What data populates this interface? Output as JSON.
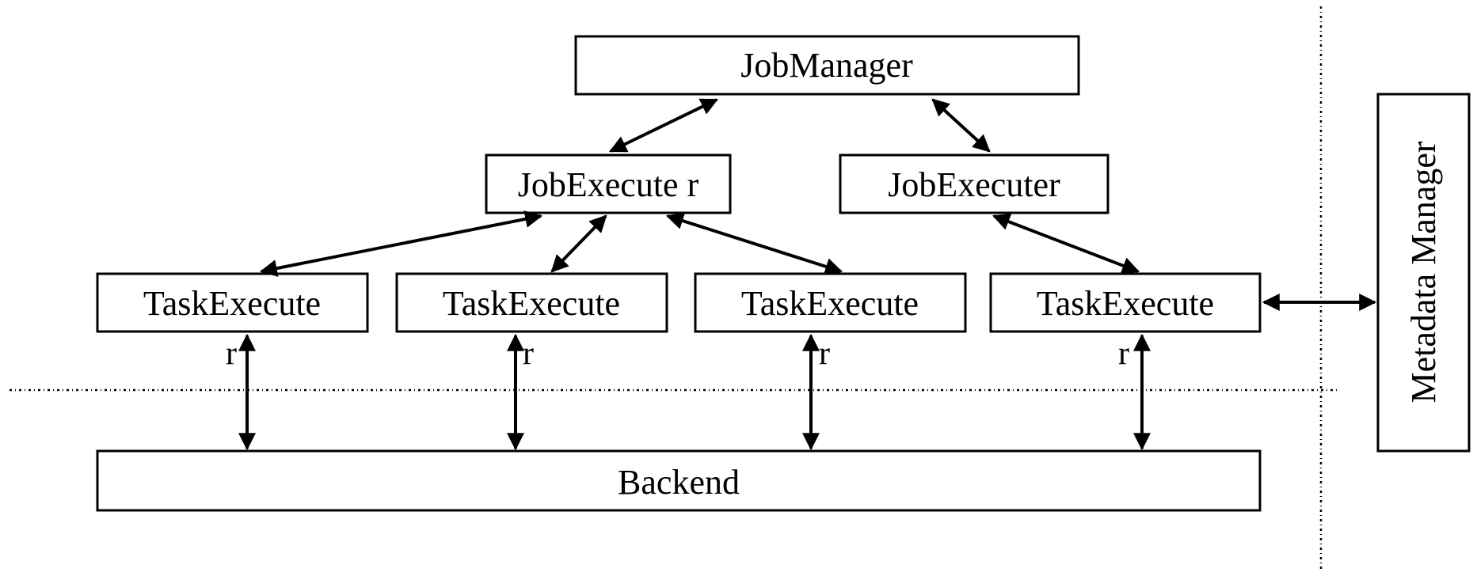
{
  "nodes": {
    "job_manager": "JobManager",
    "job_executer_left": "JobExecute r",
    "job_executer_right": "JobExecuter",
    "task_executers": [
      "TaskExecute",
      "TaskExecute",
      "TaskExecute",
      "TaskExecute"
    ],
    "backend": "Backend",
    "metadata_manager": "Metadata Manager"
  },
  "edge_labels": [
    "r",
    "r",
    "r",
    "r"
  ],
  "colors": {
    "stroke": "#000000",
    "background": "#ffffff"
  }
}
